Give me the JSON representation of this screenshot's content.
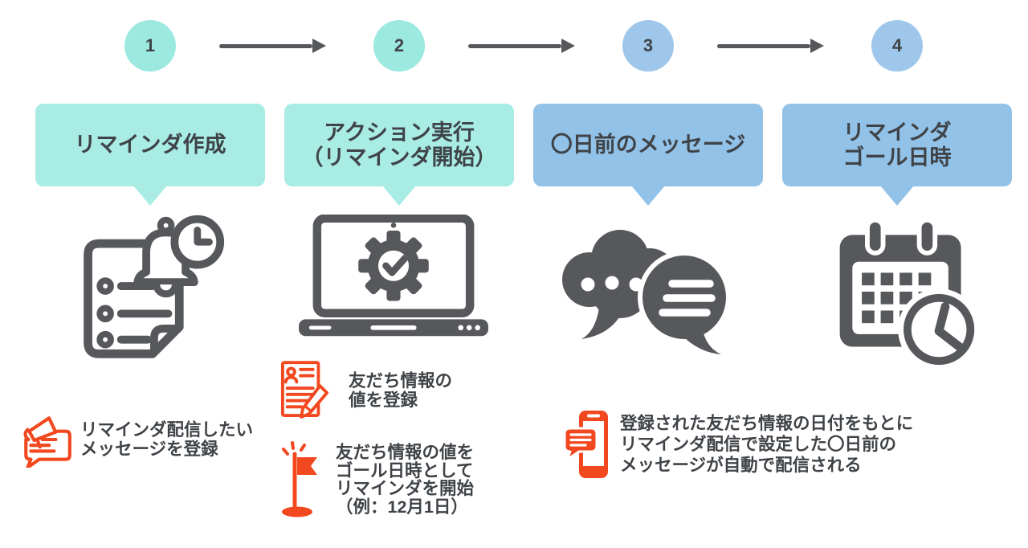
{
  "colors": {
    "page_background": "#FFFFFF",
    "teal_circle": "#9CE9E0",
    "teal_box": "#A8ECE4",
    "blue_circle": "#9FC7EB",
    "blue_box": "#92C2E8",
    "arrow_gray": "#55575A",
    "icon_gray": "#56585B",
    "accent_orange": "#F2481F",
    "text_dark": "#3F4347"
  },
  "steps": [
    {
      "number": "1",
      "theme": "teal",
      "icon": "document-bell-clock-icon",
      "title_lines": [
        "リマインダ作成"
      ]
    },
    {
      "number": "2",
      "theme": "teal",
      "icon": "laptop-gear-check-icon",
      "title_lines": [
        "アクション実行",
        "（リマインダ開始）"
      ]
    },
    {
      "number": "3",
      "theme": "blue",
      "icon": "chat-bubbles-icon",
      "title_lines": [
        "〇日前のメッセージ"
      ]
    },
    {
      "number": "4",
      "theme": "blue",
      "icon": "calendar-clock-icon",
      "title_lines": [
        "リマインダ",
        "ゴール日時"
      ]
    }
  ],
  "annotations": [
    {
      "icon": "megaphone-message-icon",
      "lines": [
        "リマインダ配信したい",
        "メッセージを登録"
      ]
    },
    {
      "icon": "friend-info-form-icon",
      "lines": [
        "友だち情報の",
        "値を登録"
      ]
    },
    {
      "icon": "goal-flag-icon",
      "lines": [
        "友だち情報の値を",
        "ゴール日時として",
        "リマインダを開始",
        "（例：12月1日）"
      ]
    },
    {
      "icon": "phone-auto-message-icon",
      "lines": [
        "登録された友だち情報の日付をもとに",
        "リマインダ配信で設定した〇日前の",
        "メッセージが自動で配信される"
      ]
    }
  ]
}
